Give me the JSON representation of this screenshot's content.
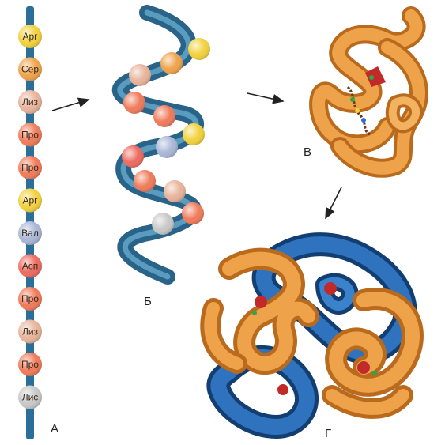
{
  "stage_labels": {
    "primary": "А",
    "secondary": "Б",
    "tertiary": "В",
    "quaternary": "Г"
  },
  "primary_chain": [
    {
      "label": "Арг",
      "color": "#f2d13c"
    },
    {
      "label": "Сер",
      "color": "#f0a24a"
    },
    {
      "label": "Лиз",
      "color": "#e8b39a"
    },
    {
      "label": "Про",
      "color": "#f07a5a"
    },
    {
      "label": "Про",
      "color": "#f07a5a"
    },
    {
      "label": "Арг",
      "color": "#f2d13c"
    },
    {
      "label": "Вал",
      "color": "#a9b6d6"
    },
    {
      "label": "Асп",
      "color": "#ee6a5e"
    },
    {
      "label": "Про",
      "color": "#f07a5a"
    },
    {
      "label": "Лиз",
      "color": "#e8b39a"
    },
    {
      "label": "Про",
      "color": "#f07a5a"
    },
    {
      "label": "Лис",
      "color": "#c8c8c8"
    }
  ],
  "colors": {
    "backbone": "#2a6f9a",
    "subunit_orange": "#e59a3c",
    "subunit_blue": "#1f5fa8",
    "heme": "#c22a2a"
  }
}
